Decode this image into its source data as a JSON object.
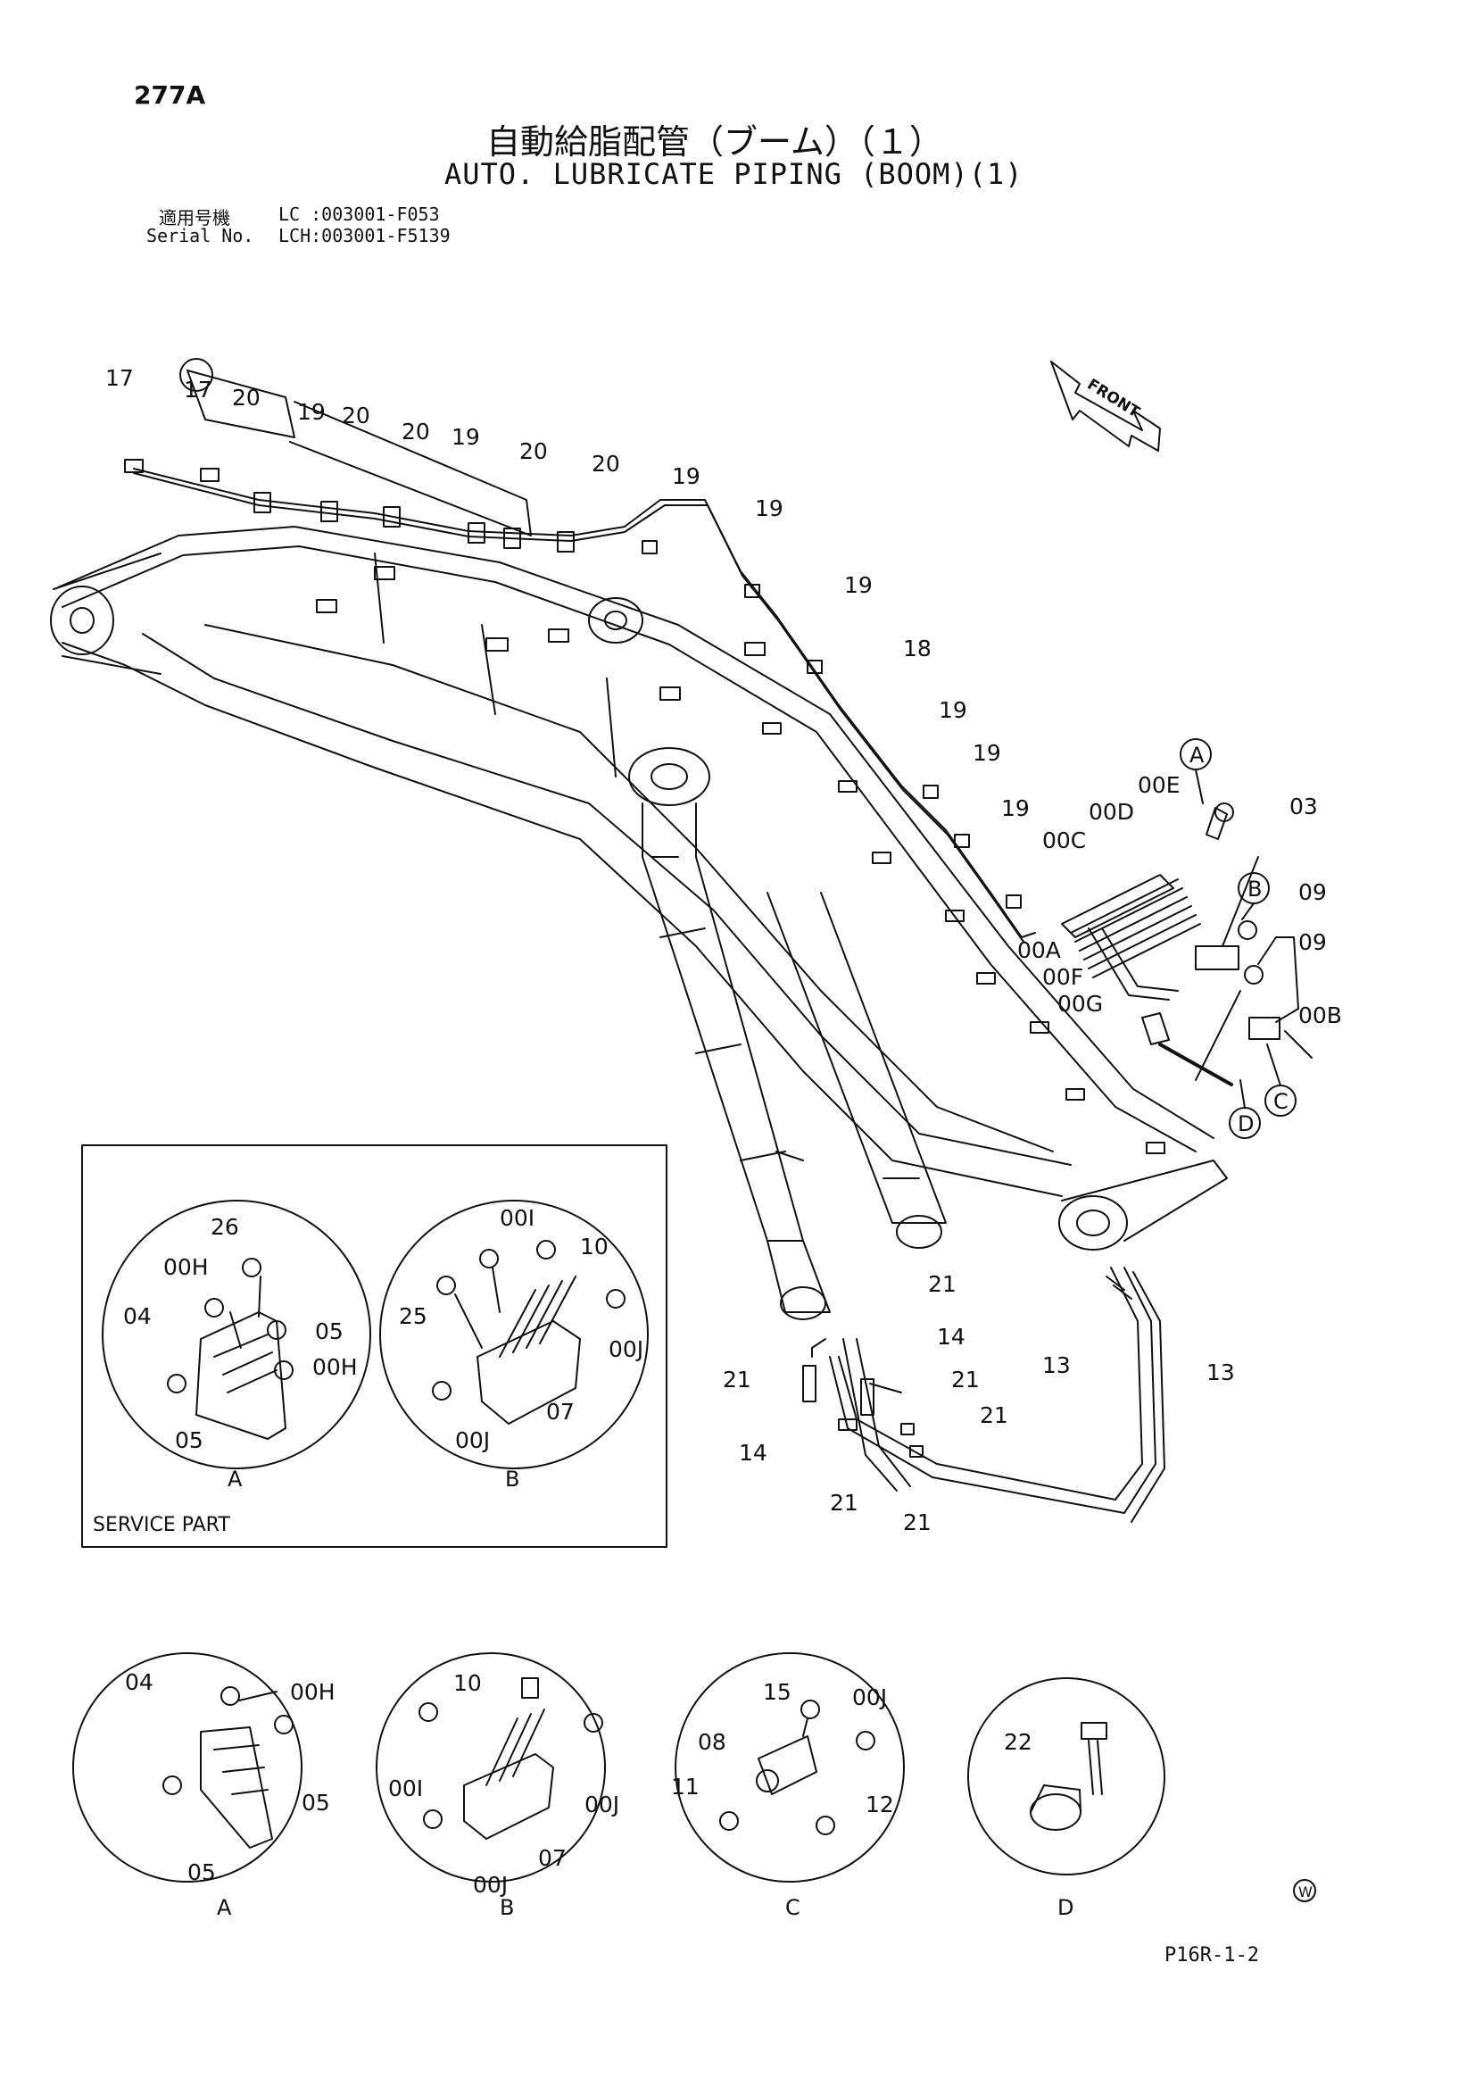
{
  "page_number": "277A",
  "title_jp": "自動給脂配管（ブーム）（１）",
  "title_en": "AUTO. LUBRICATE PIPING (BOOM)(1)",
  "serial": {
    "label_jp": "適用号機",
    "label_en": "Serial No.",
    "line1": "LC :003001-F053",
    "line2": "LCH:003001-F5139"
  },
  "direction_label": "FRONT",
  "service_part_label": "SERVICE PART",
  "footer_code": "P16R-1-2",
  "watermark_letter": "W",
  "callout_letters": [
    "A",
    "B",
    "C",
    "D"
  ],
  "main_labels": {
    "l17a": "17",
    "l17b": "17",
    "l20a": "20",
    "l19a": "19",
    "l20b": "20",
    "l20c": "20",
    "l19b": "19",
    "l20d": "20",
    "l20e": "20",
    "l19c": "19",
    "l19d": "19",
    "l19e": "19",
    "l18": "18",
    "l19f": "19",
    "l19g": "19",
    "l19h": "19",
    "l00E": "00E",
    "l00D": "00D",
    "l00C": "00C",
    "l03": "03",
    "l09a": "09",
    "l09b": "09",
    "l00A": "00A",
    "l00F": "00F",
    "l00G": "00G",
    "l00B": "00B",
    "l21a": "21",
    "l14a": "14",
    "l21b": "21",
    "l21c": "21",
    "l21d": "21",
    "l14b": "14",
    "l21e": "21",
    "l21f": "21",
    "l13a": "13",
    "l13b": "13"
  },
  "service_details": {
    "A": {
      "l26": "26",
      "l00H1": "00H",
      "l04": "04",
      "l05a": "05",
      "l00H2": "00H",
      "l05b": "05",
      "letter": "A"
    },
    "B": {
      "l00I": "00I",
      "l10": "10",
      "l25": "25",
      "l00Ja": "00J",
      "l00Jb": "00J",
      "l07": "07",
      "letter": "B"
    }
  },
  "bottom_details": {
    "A": {
      "l00H": "00H",
      "l04": "04",
      "l05a": "05",
      "l05b": "05",
      "letter": "A"
    },
    "B": {
      "l10": "10",
      "l00I": "00I",
      "l00Ja": "00J",
      "l07": "07",
      "l00Jb": "00J",
      "letter": "B"
    },
    "C": {
      "l15": "15",
      "l00J": "00J",
      "l08": "08",
      "l11": "11",
      "l12": "12",
      "letter": "C"
    },
    "D": {
      "l22": "22",
      "letter": "D"
    }
  }
}
